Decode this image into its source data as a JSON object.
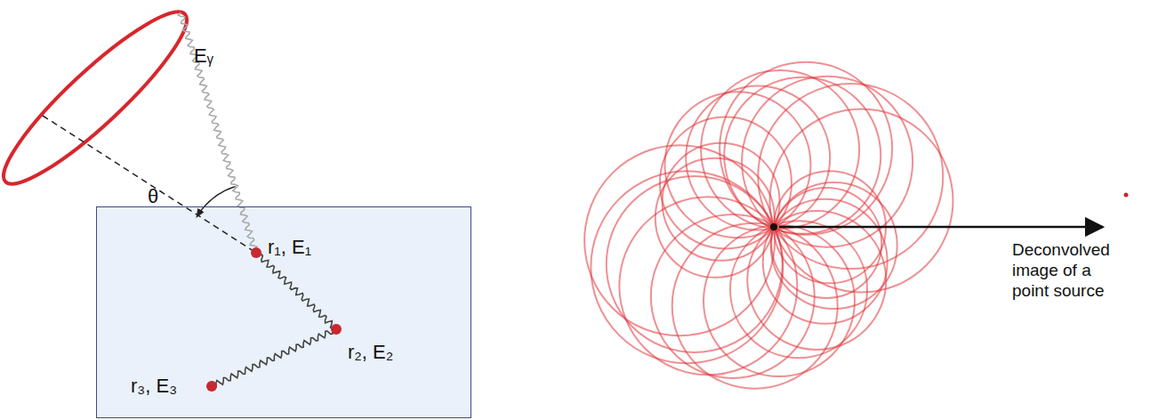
{
  "diagram": {
    "nodes": [
      {
        "text": [
          "r₁, E₁",
          "r₂, E₂",
          "r₃, E₃"
        ]
      }
    ],
    "labels": [
      "Eᵧ",
      "θ",
      "Deconvolved image of a point source"
    ]
  }
}
